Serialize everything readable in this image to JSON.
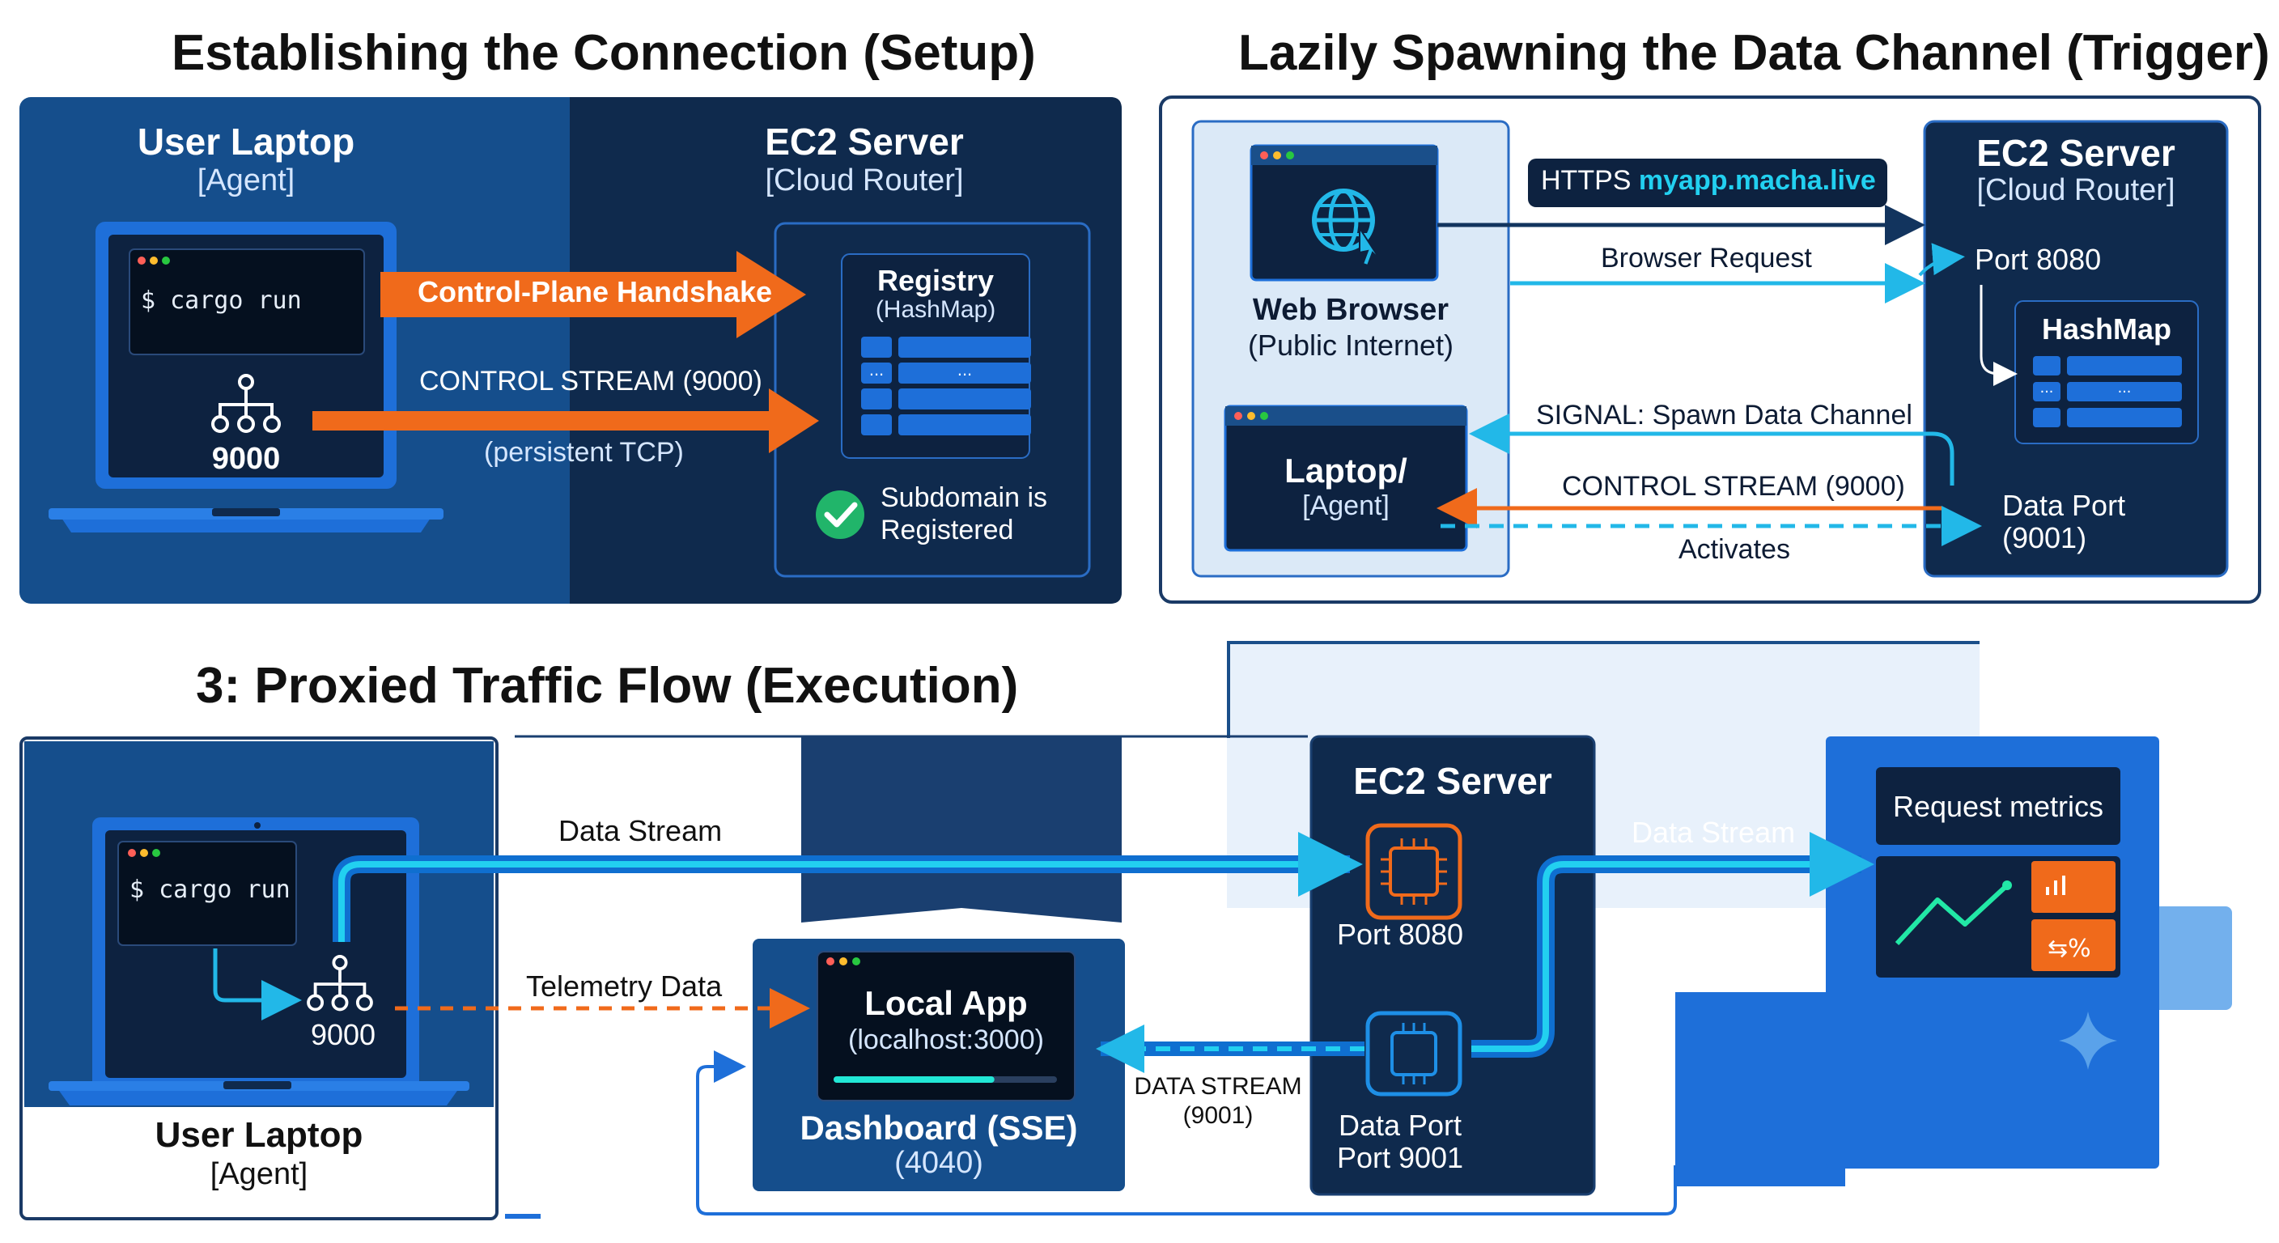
{
  "panel1": {
    "title": "Establishing the Connection (Setup)",
    "laptop": {
      "name": "User Laptop",
      "role": "[Agent]",
      "command": "$ cargo run",
      "port": "9000"
    },
    "server": {
      "name": "EC2 Server",
      "role": "[Cloud Router]"
    },
    "registry": {
      "name": "Registry",
      "type": "(HashMap)",
      "ellipsis_left": "...",
      "ellipsis_right": "..."
    },
    "handshake_label": "Control-Plane Handshake",
    "stream_label": "CONTROL STREAM (9000)",
    "persistent_label": "(persistent TCP)",
    "registered_line1": "Subdomain is",
    "registered_line2": "Registered"
  },
  "panel2": {
    "title": "Lazily Spawning the Data Channel (Trigger)",
    "browser": {
      "name": "Web Browser",
      "role": "(Public Internet)"
    },
    "laptop": {
      "name": "Laptop/",
      "role": "[Agent]"
    },
    "server": {
      "name": "EC2 Server",
      "role": "[Cloud Router]"
    },
    "https_prefix": "HTTPS ",
    "https_domain": "myapp.macha.live",
    "browser_request": "Browser Request",
    "port_8080": "Port 8080",
    "hashmap": "HashMap",
    "ellipsis_left": "...",
    "ellipsis_right": "...",
    "signal": "SIGNAL: Spawn Data Channel",
    "control_stream": "CONTROL STREAM (9000)",
    "activates": "Activates",
    "data_port_line1": "Data Port",
    "data_port_line2": "(9001)"
  },
  "panel3": {
    "title": "3: Proxied Traffic Flow (Execution)",
    "laptop": {
      "name": "User Laptop",
      "role": "[Agent]",
      "command": "$ cargo run",
      "port": "9000"
    },
    "data_stream_left": "Data Stream",
    "telemetry": "Telemetry Data",
    "local_app": {
      "name": "Local App",
      "host": "(localhost:3000)",
      "progress": 0.72
    },
    "dashboard": {
      "name": "Dashboard (SSE)",
      "port": "(4040)"
    },
    "server": {
      "name": "EC2 Server",
      "port_top": "Port 8080",
      "port_bottom_line1": "Data Port",
      "port_bottom_line2": "Port 9001"
    },
    "data_stream_9001_line1": "DATA STREAM",
    "data_stream_9001_line2": "(9001)",
    "data_stream_right": "Data Stream",
    "metrics": "Request metrics"
  },
  "colors": {
    "navy": "#0f2647",
    "blue": "#1a4f8a",
    "orange": "#f06a1b",
    "cyan": "#22b8e8",
    "green": "#21b56a",
    "bright_blue": "#1e6fd9"
  }
}
